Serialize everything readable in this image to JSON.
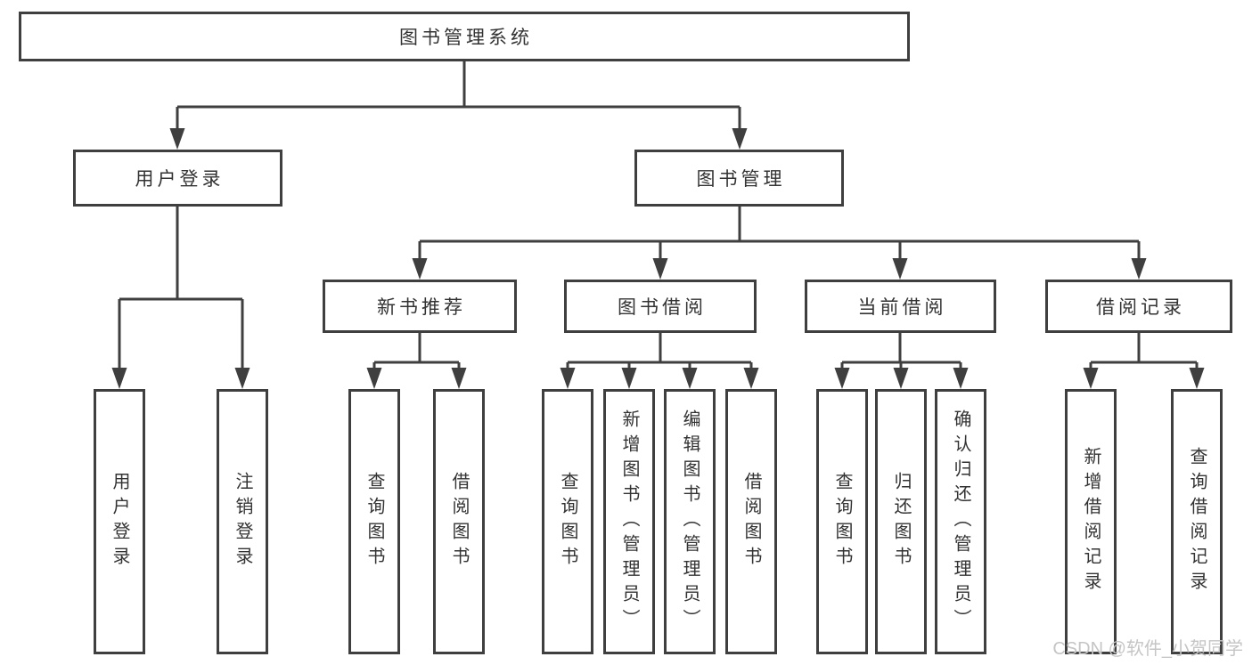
{
  "diagram": {
    "root": {
      "label": "图书管理系统"
    },
    "level2": {
      "user_login": {
        "label": "用户登录"
      },
      "book_management": {
        "label": "图书管理"
      }
    },
    "level3": {
      "new_book_recommend": {
        "label": "新书推荐"
      },
      "book_borrowing": {
        "label": "图书借阅"
      },
      "current_borrowing": {
        "label": "当前借阅"
      },
      "borrowing_records": {
        "label": "借阅记录"
      }
    },
    "leaves": {
      "login": {
        "label": "用户登录"
      },
      "logout": {
        "label": "注销登录"
      },
      "nbr_query_books": {
        "label": "查询图书"
      },
      "nbr_borrow_books": {
        "label": "借阅图书"
      },
      "bb_query_books": {
        "label": "查询图书"
      },
      "bb_add_books": {
        "label": "新增图书（管理员）"
      },
      "bb_edit_books": {
        "label": "编辑图书（管理员）"
      },
      "bb_borrow_books": {
        "label": "借阅图书"
      },
      "cb_query_books": {
        "label": "查询图书"
      },
      "cb_return_books": {
        "label": "归还图书"
      },
      "cb_confirm_return": {
        "label": "确认归还（管理员）"
      },
      "br_add_record": {
        "label": "新增借阅记录"
      },
      "br_query_record": {
        "label": "查询借阅记录"
      }
    }
  },
  "watermark": {
    "text": "CSDN @软件_小贺同学"
  },
  "colors": {
    "line": "#3f3f3f",
    "text": "#333333",
    "background": "#ffffff",
    "watermark": "#c5c5c5"
  }
}
